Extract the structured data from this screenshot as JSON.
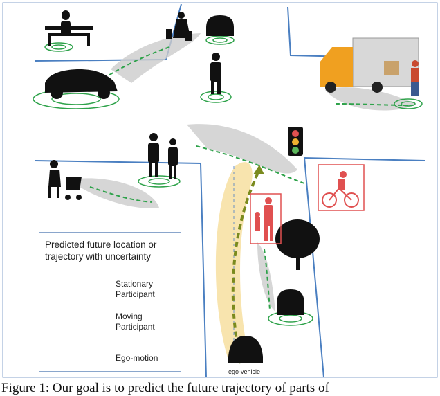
{
  "legend": {
    "title": "Predicted future location or trajectory with uncertainty",
    "stationary": "Stationary Participant",
    "moving": "Moving Participant",
    "ego": "Ego-motion"
  },
  "ego_vehicle_label": "ego-vehicle",
  "caption": "Figure 1: Our goal is to predict the future trajectory of parts of",
  "colors": {
    "road_line": "#4a7fc1",
    "trajectory": "#2ea24a",
    "ego_path": "#7a8a1e",
    "ego_band": "#f7dfa0",
    "uncertainty": "#c9c9c9",
    "highlight": "#e05050",
    "silhouette": "#111111"
  },
  "icons": [
    "bench-person-icon",
    "walking-woman-icon",
    "car-icon",
    "truck-icon",
    "traffic-light-icon",
    "cyclist-icon",
    "tree-icon",
    "stroller-icon",
    "pedestrian-icon"
  ]
}
